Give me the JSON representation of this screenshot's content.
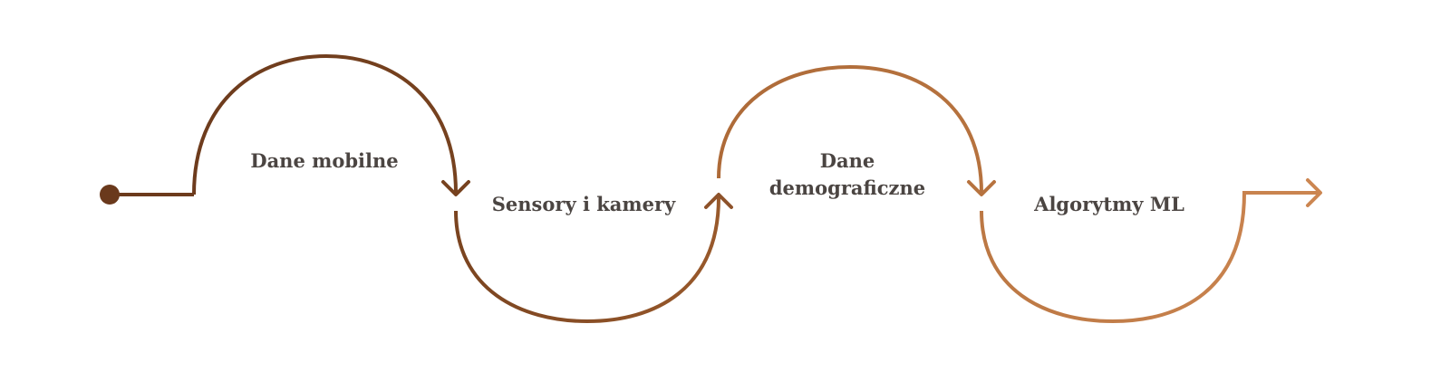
{
  "diagram": {
    "type": "process-flow",
    "colors": {
      "start": "#6b3a1d",
      "stage2": "#7e4721",
      "stage3": "#b06c3a",
      "end": "#c9834f",
      "text": "#4b4542"
    },
    "steps": [
      {
        "label": "Dane mobilne"
      },
      {
        "label": "Sensory i kamery"
      },
      {
        "label": "Dane demograficzne",
        "line1": "Dane",
        "line2": "demograficzne"
      },
      {
        "label": "Algorytmy ML"
      }
    ]
  }
}
